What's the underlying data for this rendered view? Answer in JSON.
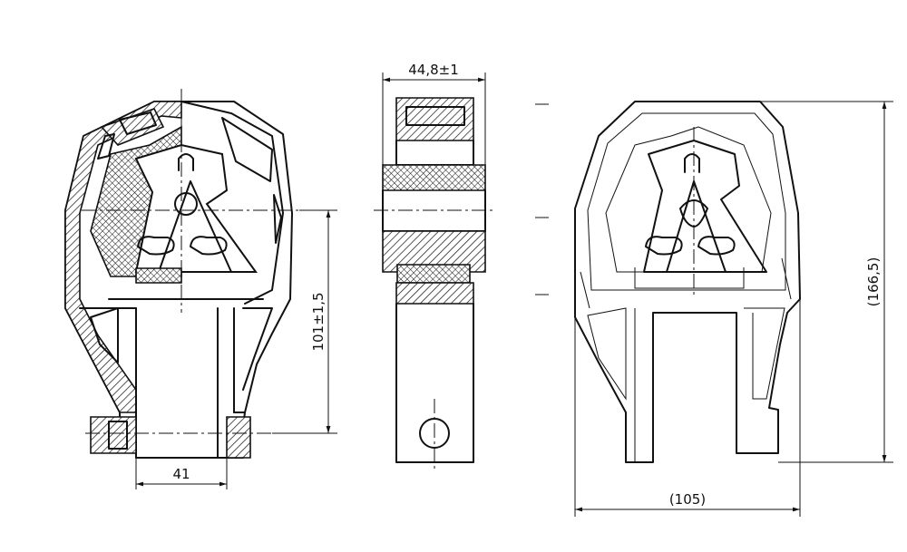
{
  "dimensions": {
    "width_44_8": "44,8±1",
    "height_101": "101±1,5",
    "width_41": "41",
    "height_166_5": "(166,5)",
    "width_105": "(105)"
  }
}
